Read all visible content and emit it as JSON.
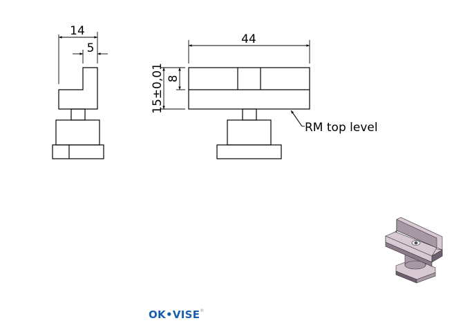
{
  "drawing": {
    "side_view": {
      "dim_width": "14",
      "dim_step": "5"
    },
    "front_view": {
      "dim_length": "44",
      "dim_height": "15±0,01",
      "dim_top": "8",
      "callout": "RM top level"
    }
  },
  "logo": {
    "text": "OK•VISE",
    "mark": "®",
    "color": "#1a5fae"
  },
  "colors": {
    "iso_face_light": "#d9c9d3",
    "iso_face_mid": "#a898a6",
    "iso_face_dark": "#6e6070"
  }
}
